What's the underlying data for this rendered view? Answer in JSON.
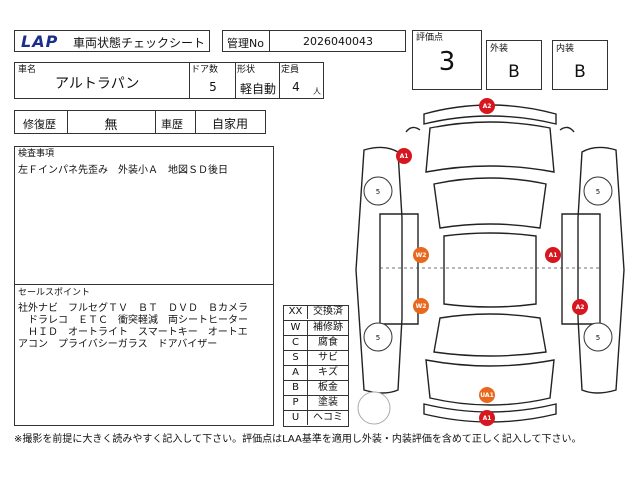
{
  "header": {
    "logo_text": "LAP",
    "title": "車両状態チェックシート",
    "admin_label": "管理No",
    "admin_no": "2026040043",
    "grade_label": "評価点",
    "grade": "3",
    "exterior_label": "外装",
    "exterior_grade": "B",
    "interior_label": "内装",
    "interior_grade": "B"
  },
  "vehicle": {
    "name_label": "車名",
    "name": "アルトラパン",
    "doors_label": "ドア数",
    "doors": "5",
    "shape_label": "形状",
    "shape": "軽自動",
    "capacity_label": "定員",
    "capacity": "4",
    "capacity_unit": "人"
  },
  "history": {
    "repair_label": "修復歴",
    "repair": "無",
    "use_label": "車歴",
    "use": "自家用"
  },
  "inspection": {
    "label": "検査事項",
    "text": "左Ｆインパネ先歪み　外装小Ａ　地図ＳＤ後日"
  },
  "sales": {
    "label": "セールスポイント",
    "lines": [
      "社外ナビ　フルセグＴＶ　ＢＴ　ＤＶＤ　Ｂカメラ",
      "　ドラレコ　ＥＴＣ　衝突軽減　両シートヒーター",
      "　ＨＩＤ　オートライト　スマートキー　オートエ",
      "アコン　プライバシーガラス　ドアバイザー"
    ]
  },
  "legend": [
    {
      "code": "XX",
      "meaning": "交換済"
    },
    {
      "code": "W",
      "meaning": "補修跡"
    },
    {
      "code": "C",
      "meaning": "腐食"
    },
    {
      "code": "S",
      "meaning": "サビ"
    },
    {
      "code": "A",
      "meaning": "キズ"
    },
    {
      "code": "B",
      "meaning": "板金"
    },
    {
      "code": "P",
      "meaning": "塗装"
    },
    {
      "code": "U",
      "meaning": "ヘコミ"
    }
  ],
  "diagram": {
    "marks": [
      {
        "label": "A2",
        "color": "#d7171f"
      },
      {
        "label": "A1",
        "color": "#d7171f"
      },
      {
        "label": "W2",
        "color": "#e8691e"
      },
      {
        "label": "A1",
        "color": "#d7171f"
      },
      {
        "label": "W2",
        "color": "#e8691e"
      },
      {
        "label": "A2",
        "color": "#d7171f"
      },
      {
        "label": "UA1",
        "color": "#e8691e"
      },
      {
        "label": "A1",
        "color": "#d7171f"
      }
    ],
    "tires": [
      {
        "label": "5"
      },
      {
        "label": "5"
      },
      {
        "label": "5"
      },
      {
        "label": "5"
      }
    ]
  },
  "footer": "※撮影を前提に大きく読みやすく記入して下さい。評価点はLAA基準を適用し外装・内装評価を含めて正しく記入して下さい。"
}
